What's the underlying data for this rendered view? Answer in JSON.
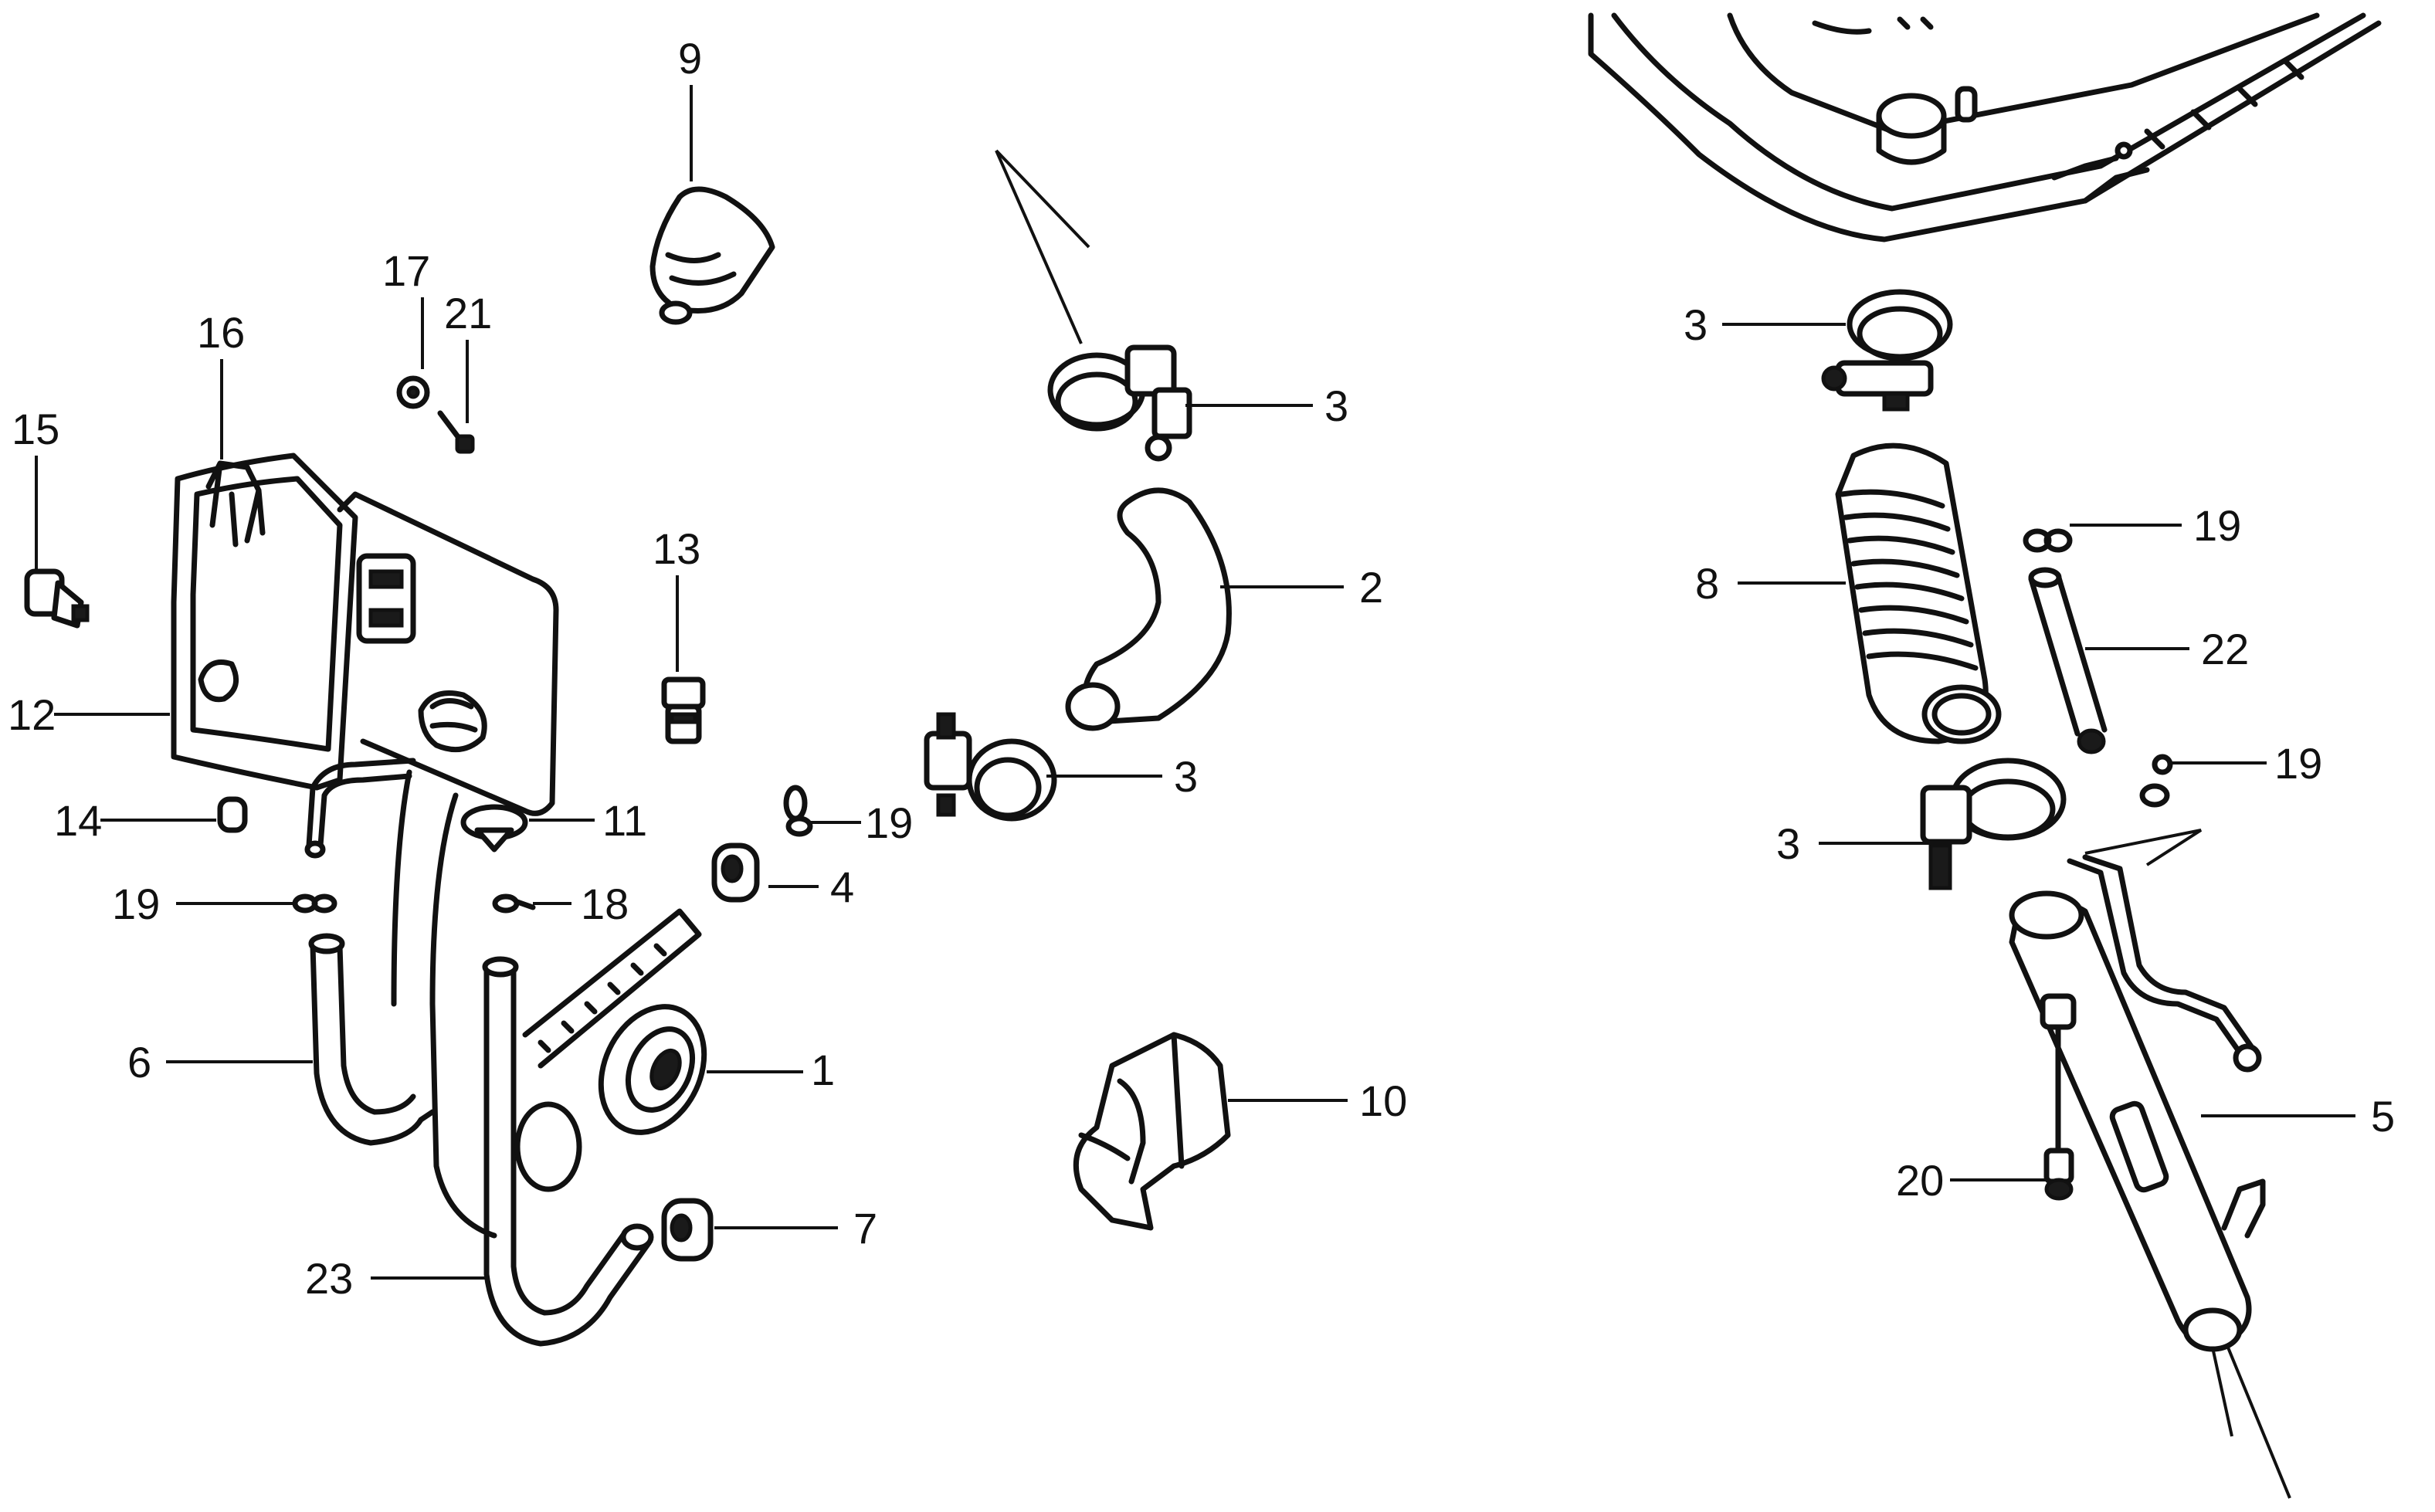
{
  "callouts": [
    {
      "id": "c1",
      "label": "1"
    },
    {
      "id": "c2",
      "label": "2"
    },
    {
      "id": "c3a",
      "label": "3"
    },
    {
      "id": "c3b",
      "label": "3"
    },
    {
      "id": "c3c",
      "label": "3"
    },
    {
      "id": "c3d",
      "label": "3"
    },
    {
      "id": "c4",
      "label": "4"
    },
    {
      "id": "c5",
      "label": "5"
    },
    {
      "id": "c6",
      "label": "6"
    },
    {
      "id": "c7",
      "label": "7"
    },
    {
      "id": "c8",
      "label": "8"
    },
    {
      "id": "c9",
      "label": "9"
    },
    {
      "id": "c10",
      "label": "10"
    },
    {
      "id": "c11",
      "label": "11"
    },
    {
      "id": "c12",
      "label": "12"
    },
    {
      "id": "c13",
      "label": "13"
    },
    {
      "id": "c14",
      "label": "14"
    },
    {
      "id": "c15",
      "label": "15"
    },
    {
      "id": "c16",
      "label": "16"
    },
    {
      "id": "c17",
      "label": "17"
    },
    {
      "id": "c18",
      "label": "18"
    },
    {
      "id": "c19a",
      "label": "19"
    },
    {
      "id": "c19b",
      "label": "19"
    },
    {
      "id": "c19c",
      "label": "19"
    },
    {
      "id": "c19d",
      "label": "19"
    },
    {
      "id": "c20",
      "label": "20"
    },
    {
      "id": "c21",
      "label": "21"
    },
    {
      "id": "c22",
      "label": "22"
    },
    {
      "id": "c23",
      "label": "23"
    }
  ]
}
